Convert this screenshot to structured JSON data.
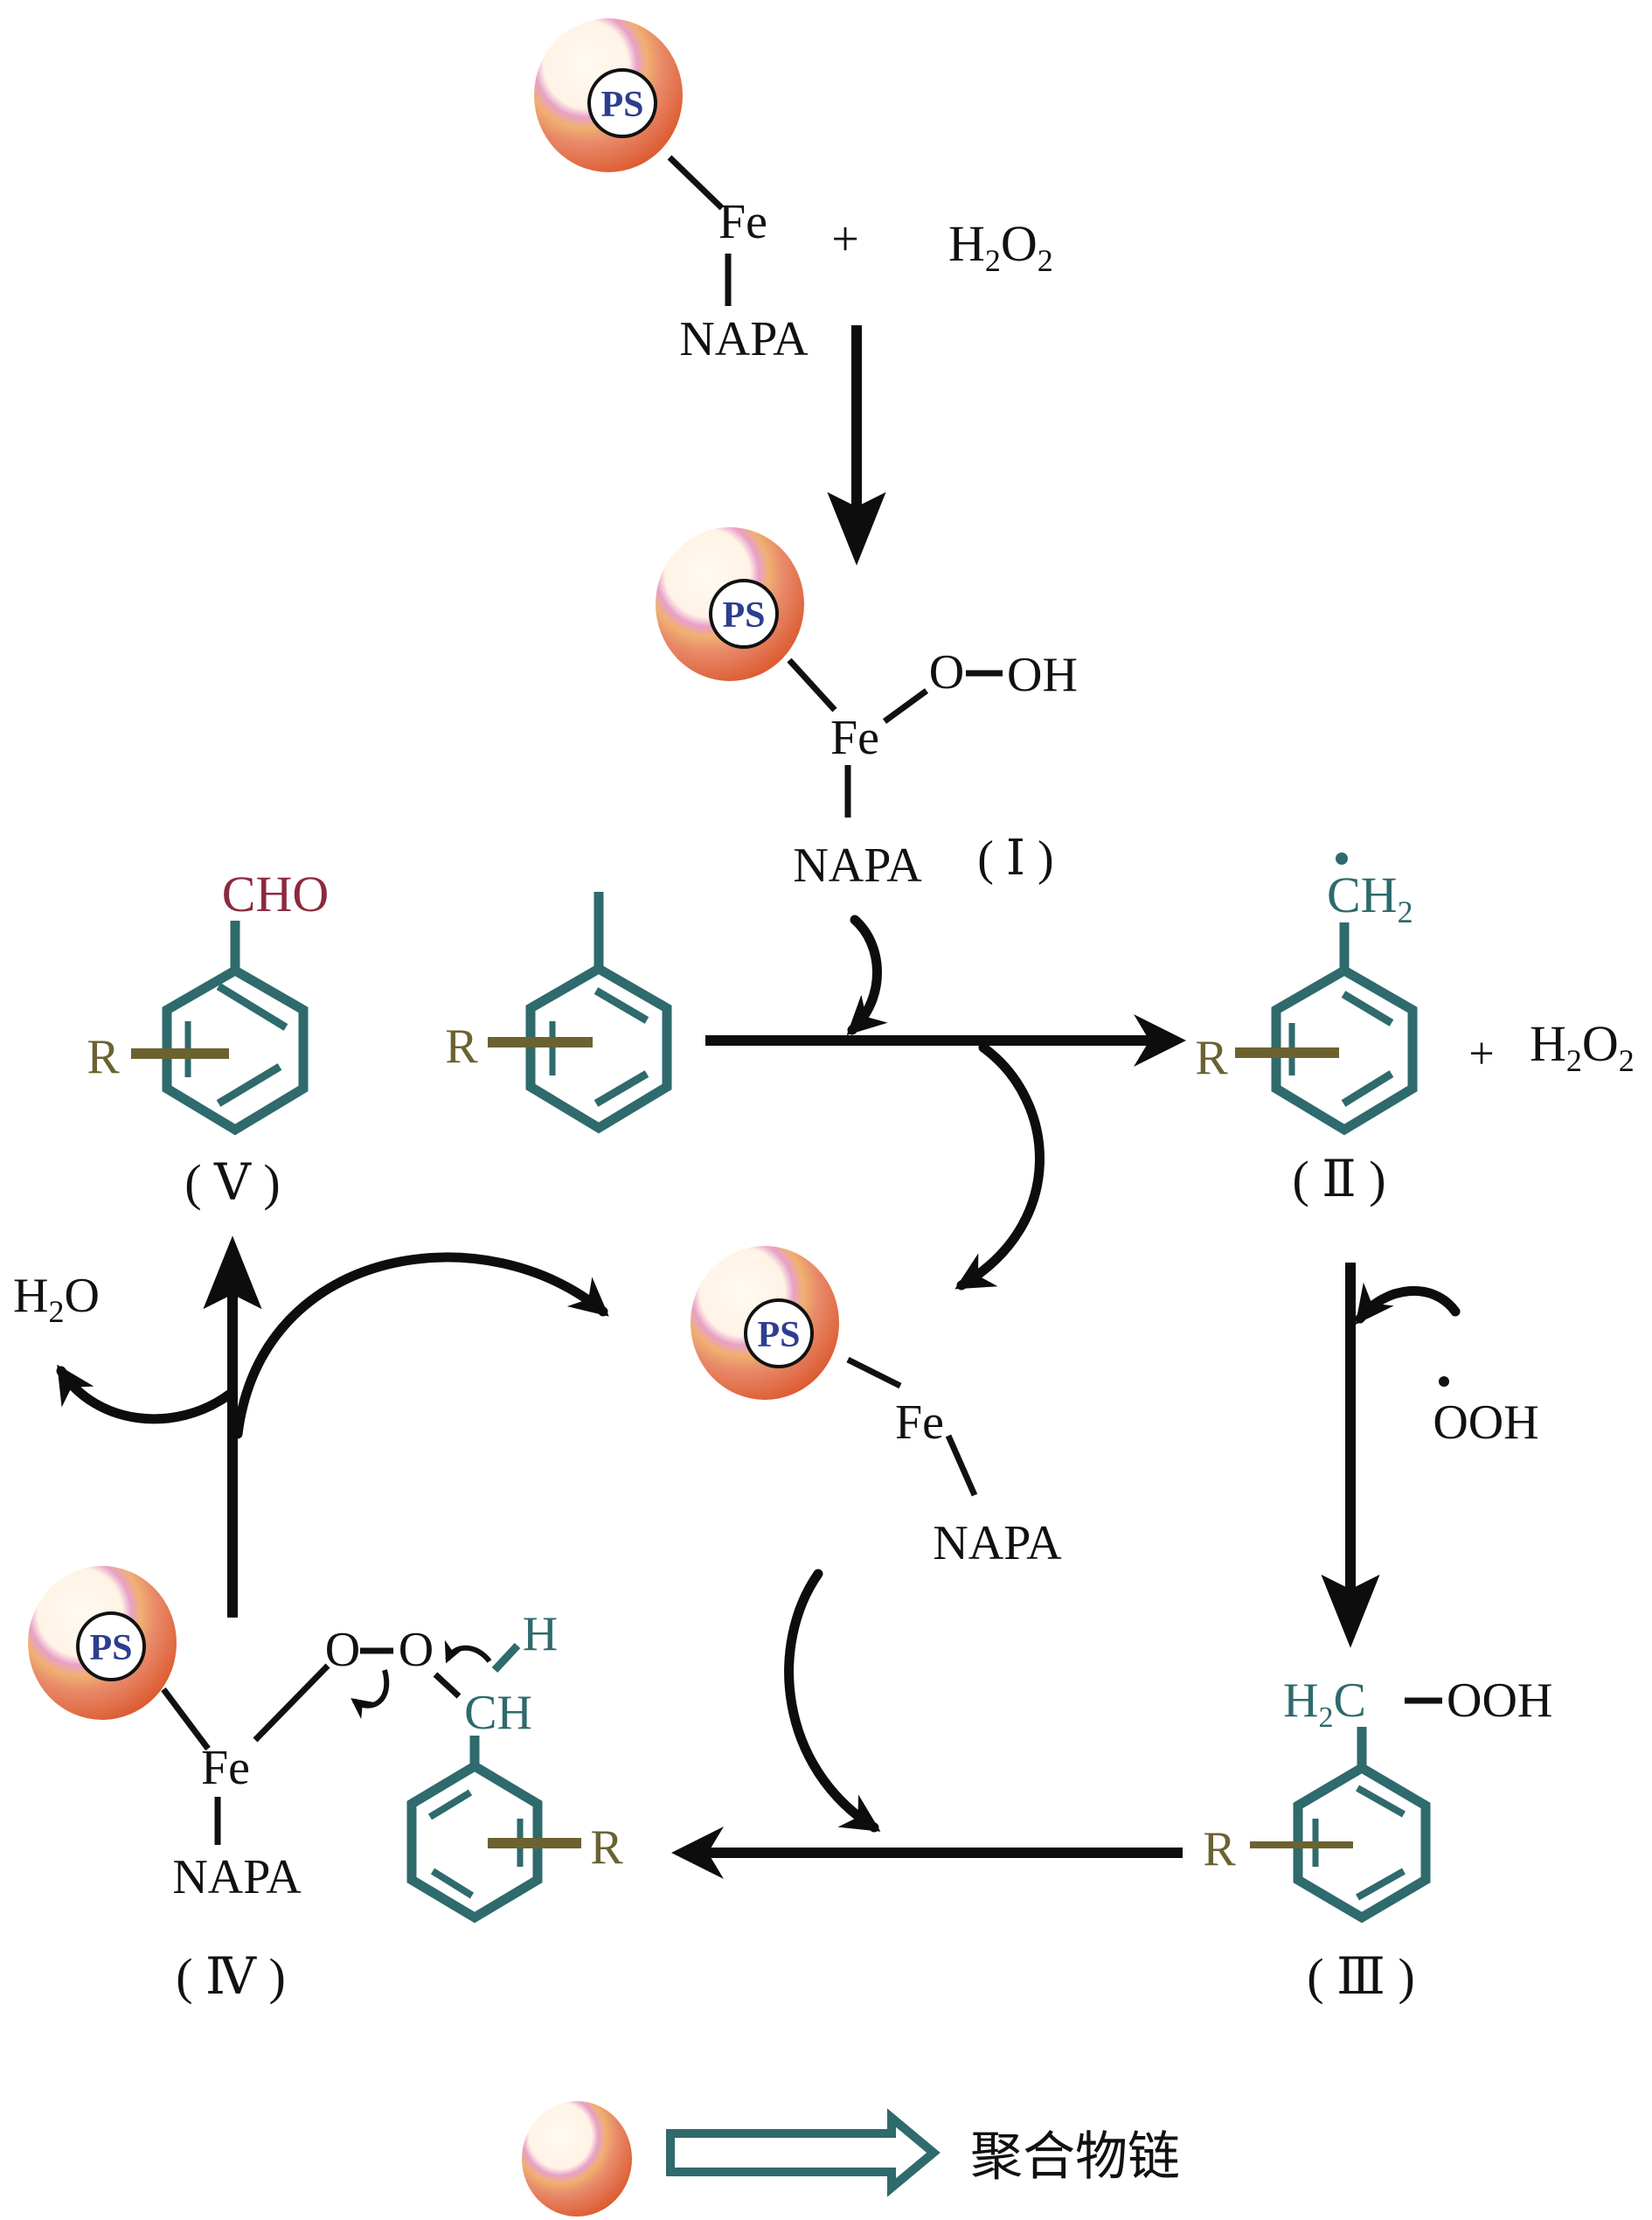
{
  "figure": {
    "type": "catalytic-cycle-scheme",
    "colors": {
      "ring": "#2f6a6c",
      "substituent": "#6b6230",
      "aldehyde": "#8c2a3d",
      "sphere": "#e2603a",
      "ps_label": "#2d3e8f",
      "legend_arrow": "#2f6a6c"
    }
  },
  "start": {
    "ps": "PS",
    "fe": "Fe",
    "napa": "NAPA",
    "plus": "+",
    "h2o2": {
      "main": "H",
      "sub1": "2",
      "mid": "O",
      "sub2": "2"
    }
  },
  "intermediate1": {
    "ps": "PS",
    "fe": "Fe",
    "napa": "NAPA",
    "o": "O",
    "oh": "OH",
    "label": "( Ⅰ )"
  },
  "substrate": {
    "r": "R"
  },
  "product_v": {
    "cho": "CHO",
    "r": "R",
    "label": "( Ⅴ )"
  },
  "intermediate2": {
    "ch2": {
      "main": "CH",
      "sub": "2"
    },
    "r": "R",
    "plus": "+",
    "h2o2": {
      "main": "H",
      "sub1": "2",
      "mid": "O",
      "sub2": "2"
    },
    "label": "( Ⅱ )"
  },
  "catalyst_center": {
    "ps": "PS",
    "fe": "Fe",
    "napa": "NAPA"
  },
  "radical": {
    "text": "OOH"
  },
  "intermediate3": {
    "h2c": {
      "main": "H",
      "sub": "2",
      "tail": "C"
    },
    "ooh": "OOH",
    "r": "R",
    "label": "( Ⅲ )"
  },
  "intermediate4": {
    "ps": "PS",
    "fe": "Fe",
    "napa": "NAPA",
    "o1": "O",
    "o2": "O",
    "h": "H",
    "ch": "CH",
    "r": "R",
    "label": "( Ⅳ )"
  },
  "water": {
    "main": "H",
    "sub": "2",
    "tail": "O"
  },
  "legend": {
    "text": "聚合物链"
  }
}
